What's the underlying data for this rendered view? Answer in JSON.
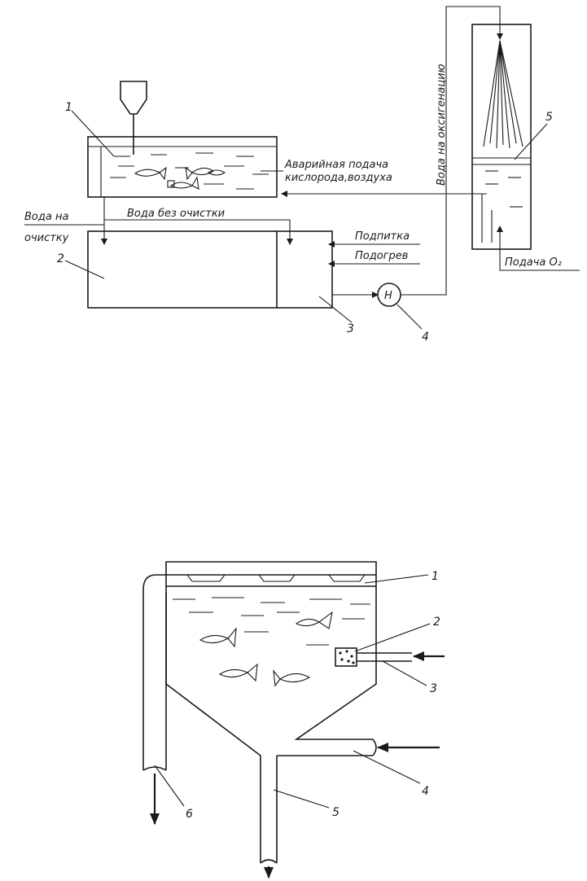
{
  "diagram1": {
    "labels": {
      "emergency_line1": "Аварийная подача",
      "emergency_line2": "кислорода,воздуха",
      "oxygenation_water": "Вода на оксигенацию",
      "water_to_cleaning_line1": "Вода на",
      "water_to_cleaning_line2": "очистку",
      "water_no_cleaning": "Вода без очистки",
      "makeup": "Подпитка",
      "heating": "Подогрев",
      "oxygen_supply": "Подача О₂",
      "pump_symbol": "H"
    },
    "numbers": {
      "n1": "1",
      "n2": "2",
      "n3": "3",
      "n4": "4",
      "n5": "5"
    }
  },
  "diagram2": {
    "numbers": {
      "n1": "1",
      "n2": "2",
      "n3": "3",
      "n4": "4",
      "n5": "5",
      "n6": "6"
    }
  }
}
